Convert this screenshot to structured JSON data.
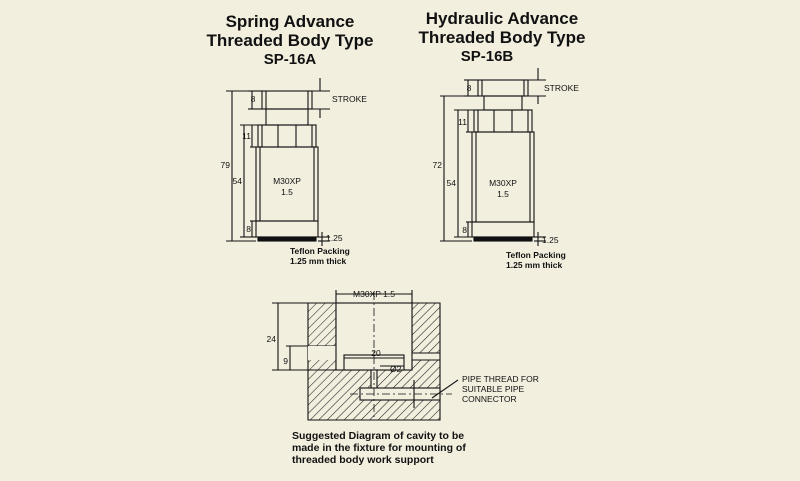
{
  "left_unit": {
    "title_line1": "Spring Advance",
    "title_line2": "Threaded Body Type",
    "model": "SP-16A",
    "dim_cap": "8",
    "dim_stroke": "STROKE",
    "dim_overall": "79",
    "dim_hex": "11",
    "dim_body": "54",
    "dim_base": "8",
    "thread_line1": "M30XP",
    "thread_line2": "1.5",
    "dim_packing": "1.25",
    "packing_line1": "Teflon Packing",
    "packing_line2": "1.25 mm thick"
  },
  "right_unit": {
    "title_line1": "Hydraulic Advance",
    "title_line2": "Threaded Body Type",
    "model": "SP-16B",
    "dim_cap": "8",
    "dim_stroke": "STROKE",
    "dim_overall": "72",
    "dim_hex": "11",
    "dim_body": "54",
    "dim_base": "8",
    "thread_line1": "M30XP",
    "thread_line2": "1.5",
    "dim_packing": "1.25",
    "packing_line1": "Teflon Packing",
    "packing_line2": "1.25 mm thick"
  },
  "cavity": {
    "thread_label": "M30XP 1.5",
    "dim_depth": "24",
    "dim_counterbore": "9",
    "dim_width": "20",
    "dim_hole": "Ø2",
    "pipe_line1": "PIPE THREAD FOR",
    "pipe_line2": "SUITABLE PIPE",
    "pipe_line3": "CONNECTOR",
    "caption_line1": "Suggested Diagram of cavity to be",
    "caption_line2": "made in the fixture for mounting of",
    "caption_line3": "threaded body work support"
  },
  "colors": {
    "background": "#f2efdf",
    "ink": "#111111"
  }
}
